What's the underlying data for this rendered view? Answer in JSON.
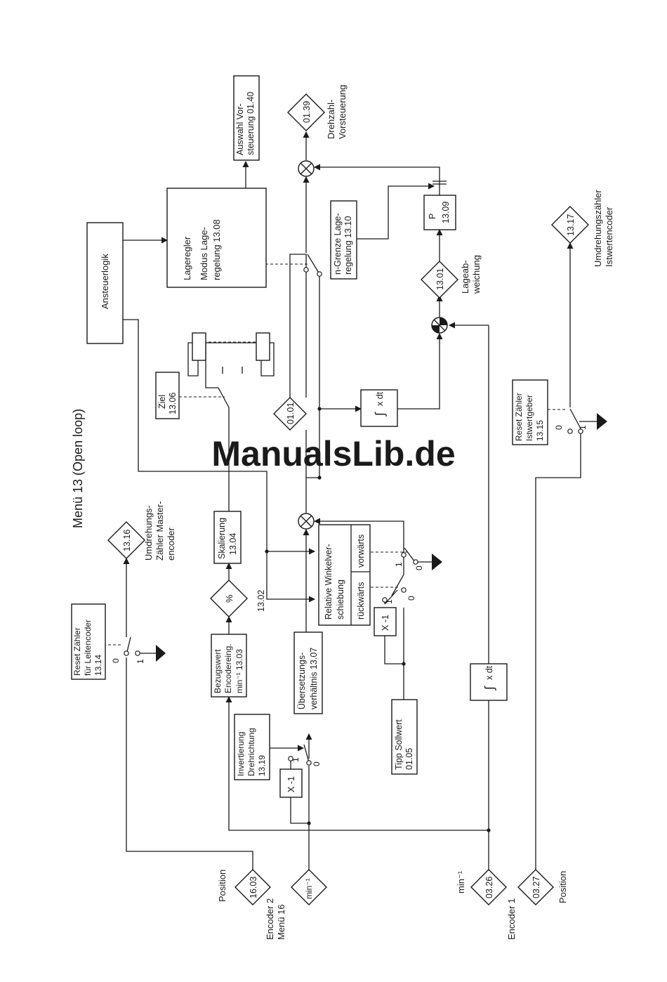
{
  "title": "Menü 13 (Open loop)",
  "watermark": "ManualsLib.de",
  "colors": {
    "ink": "#1a1a1a",
    "watermark": "#c7d8ef",
    "background": "#ffffff"
  },
  "blocks": {
    "auswahl_vorsteuerung": [
      "Auswahl Vor-",
      "steuerung 01.40"
    ],
    "ansteuerlogik": "Ansteuerlogik",
    "lageregler": [
      "Lageregler",
      "Modus Lage-",
      "regelung 13.08"
    ],
    "ngrenze": [
      "n-Grenze Lage-",
      "regelung 13.10"
    ],
    "p_block": [
      "P",
      "13.09"
    ],
    "ziel": [
      "Ziel",
      "13.06"
    ],
    "skalierung": [
      "Skalierung",
      "13.04"
    ],
    "reset_leitencoder": [
      "Reset Zähler",
      "für Leitencoder",
      "13.14"
    ],
    "bezugswert": [
      "Bezugswert",
      "Encodereing.",
      "min⁻¹ 13.03"
    ],
    "uebersetzung": [
      "Übersetzungs-",
      "verhältnis 13.07"
    ],
    "invertierung": [
      "Invertierung",
      "Drehrichtung",
      "13.19"
    ],
    "winkel_title": [
      "Relative Winkelver-",
      "schiebung"
    ],
    "winkel_rueck": "rückwärts",
    "winkel_vor": "vorwärts",
    "tipp": [
      "Tipp Sollwert",
      "01.05"
    ],
    "reset_istwert": [
      "Reset Zähler",
      "Istwertgeber",
      "13.15"
    ],
    "integrator": "x dt",
    "integral_sign": "∫",
    "invert_x": "X -1"
  },
  "diamonds": {
    "d0139": "01.39",
    "d1316": "13.16",
    "d0101": "01.01",
    "d1301": "13.01",
    "d1317": "13.17",
    "d1603": "16.03",
    "dmin": "min⁻¹",
    "d0326": "03.26",
    "d0327": "03.27",
    "dpct": "%"
  },
  "labels": {
    "drehzahl_vorsteuerung": [
      "Drehzahl-",
      "Vorsteuerung"
    ],
    "umdr_master": [
      "Umdrehungs-",
      "Zähler Master-",
      "encoder"
    ],
    "lageabweichung": [
      "Lageab-",
      "weichung"
    ],
    "umdr_ist": [
      "Umdrehungszähler",
      "Istwertencoder"
    ],
    "pct_code": "13.02",
    "position_top": "Position",
    "encoder2": [
      "Encoder 2",
      "Menü 16"
    ],
    "min_label": "min⁻¹",
    "encoder1": "Encoder 1",
    "position_bottom": "Position",
    "sw_leit_0": "0",
    "sw_leit_1": "1",
    "sw_inv_1": "1",
    "sw_inv_0": "0",
    "sw_x1_1": "1",
    "sw_x1_0": "0",
    "sw_vor_1": "1",
    "sw_vor_0": "0",
    "sw_ist_0": "0",
    "sw_ist_1": "1"
  }
}
